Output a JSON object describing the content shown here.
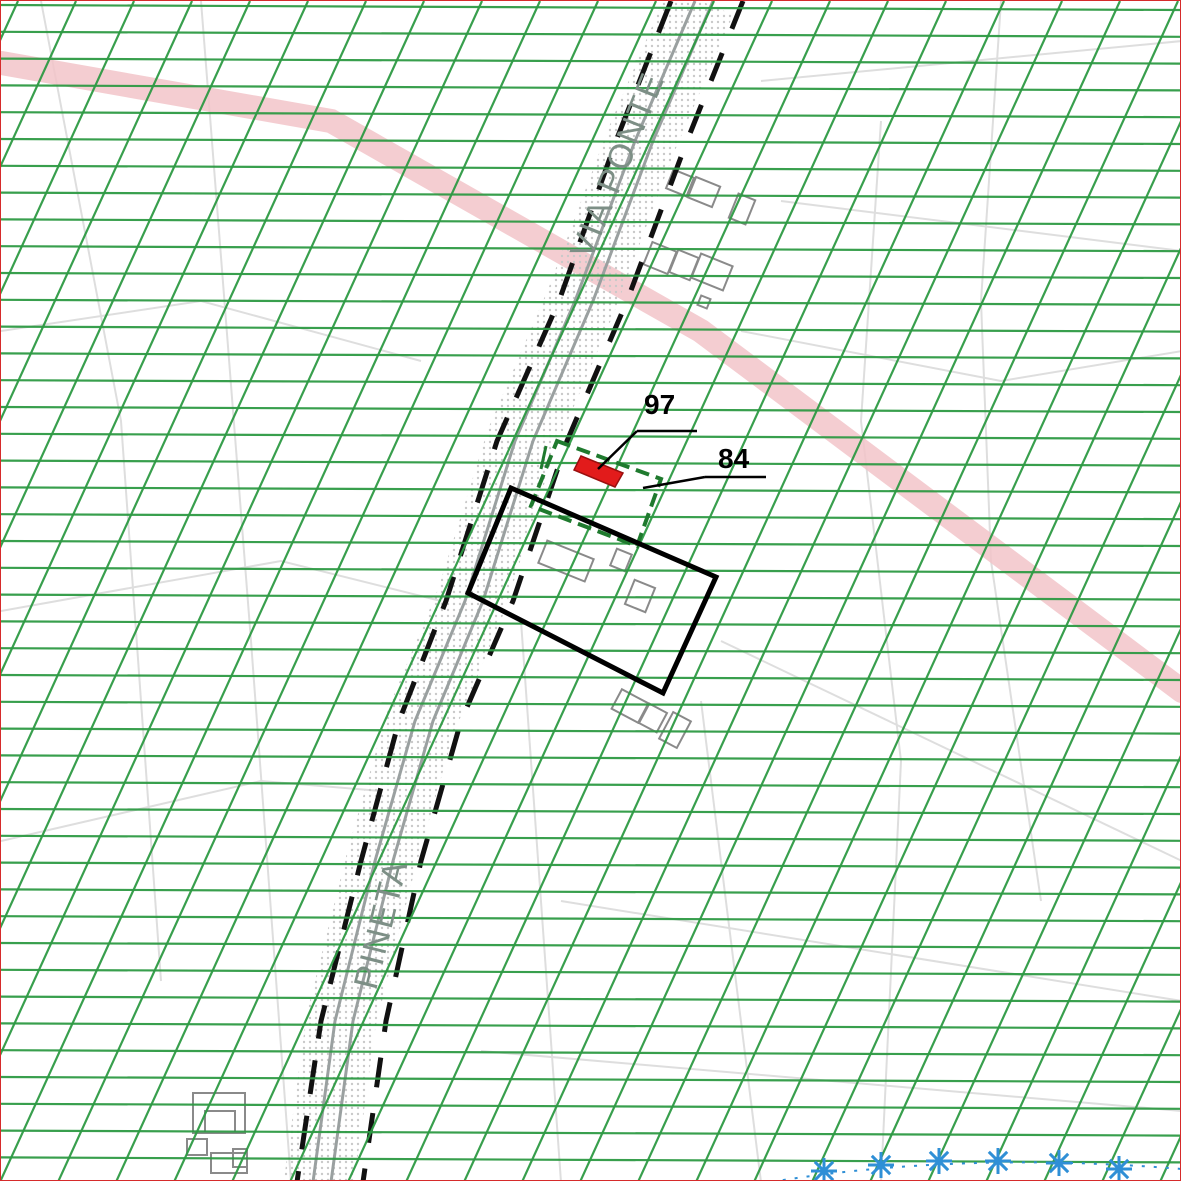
{
  "map": {
    "road_names": {
      "north": "VIA PONTE",
      "south": "PINETA"
    },
    "callouts": [
      {
        "id": "97",
        "label": "97"
      },
      {
        "id": "84",
        "label": "84"
      }
    ],
    "colors": {
      "frame": "#d62b2b",
      "zoning_hatch": "#2e9a44",
      "road_line": "#9aa0a0",
      "road_dots": "#cfcfcf",
      "road_dashes": "#111111",
      "parcel_lines": "#dedede",
      "river_band": "#f2c4c9",
      "plot_outline": "#000000",
      "marker_fill": "#e21b1b",
      "boundary_green": "#1f7a2e",
      "power_line": "#2f8fd6",
      "building_outline": "#8a8a8a"
    }
  }
}
